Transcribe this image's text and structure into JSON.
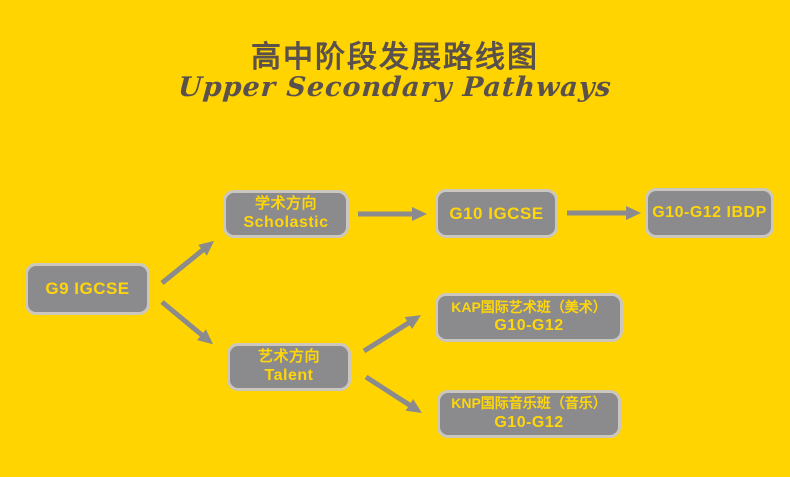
{
  "header": {
    "title": "高中阶段发展路线图",
    "subtitle": "Upper Secondary Pathways"
  },
  "colors": {
    "background": "#FFD400",
    "title_text": "#5A514C",
    "node_fill": "#8B8B8D",
    "node_border": "#CBC7BE",
    "node_text": "#FFD60A",
    "arrow": "#8B8B8D"
  },
  "nodes": {
    "g9_igcse": {
      "line1": "G9 IGCSE"
    },
    "scholastic": {
      "line1": "学术方向",
      "line2": "Scholastic"
    },
    "g10_igcse": {
      "line1": "G10 IGCSE"
    },
    "ibdp": {
      "line1": "G10-G12 IBDP"
    },
    "talent": {
      "line1": "艺术方向",
      "line2": "Talent"
    },
    "kap_art": {
      "line1": "KAP国际艺术班（美术）",
      "line2": "G10-G12"
    },
    "knp_music": {
      "line1": "KNP国际音乐班（音乐）",
      "line2": "G10-G12"
    }
  },
  "edges": [
    {
      "from": "g9_igcse",
      "to": "scholastic"
    },
    {
      "from": "g9_igcse",
      "to": "talent"
    },
    {
      "from": "scholastic",
      "to": "g10_igcse"
    },
    {
      "from": "g10_igcse",
      "to": "ibdp"
    },
    {
      "from": "talent",
      "to": "kap_art"
    },
    {
      "from": "talent",
      "to": "knp_music"
    }
  ]
}
